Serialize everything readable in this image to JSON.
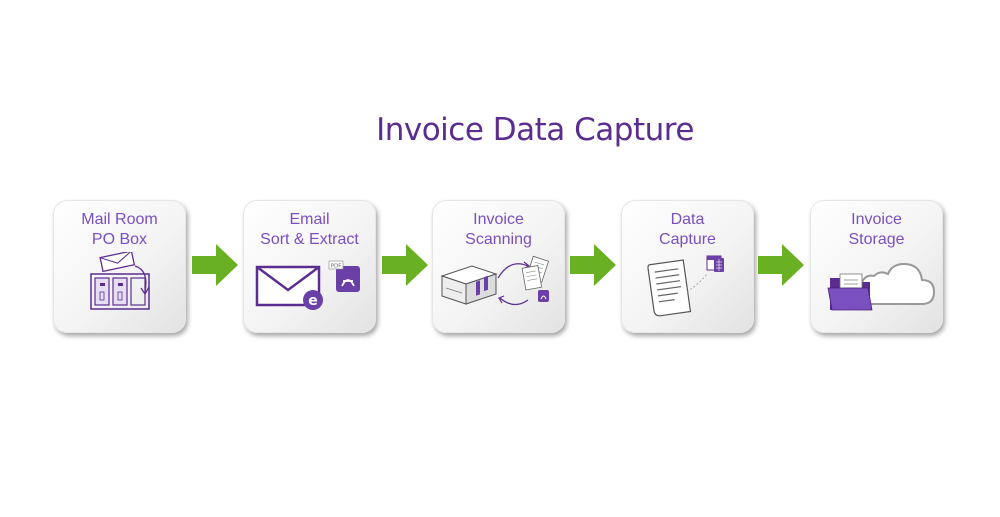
{
  "diagram": {
    "title": "Invoice Data Capture",
    "steps": [
      {
        "label": "Mail Room\nPO Box",
        "icon": "mailroom-icon"
      },
      {
        "label": "Email\nSort & Extract",
        "icon": "email-icon"
      },
      {
        "label": "Invoice\nScanning",
        "icon": "scanner-icon"
      },
      {
        "label": "Data\nCapture",
        "icon": "document-icon"
      },
      {
        "label": "Invoice\nStorage",
        "icon": "cloud-folder-icon"
      }
    ],
    "icon_text": {
      "pdf": "PDF",
      "email_badge": "e"
    },
    "colors": {
      "title": "#5c2d91",
      "label": "#7a4fbf",
      "arrow": "#6ab023",
      "icon": "#5c2d91"
    }
  }
}
